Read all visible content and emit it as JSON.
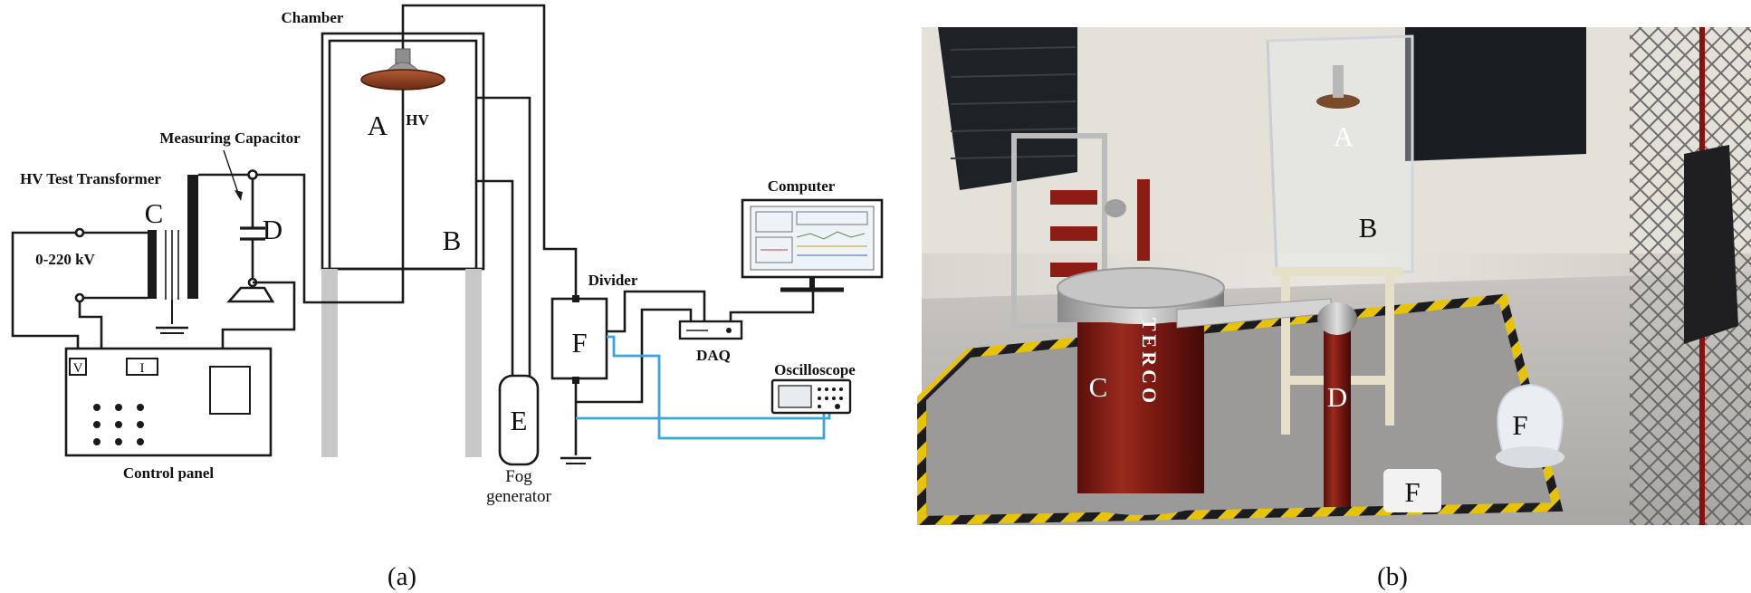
{
  "schematic": {
    "chamber": "Chamber",
    "hv": "HV",
    "measuring_capacitor": "Measuring Capacitor",
    "hv_test_transformer": "HV Test Transformer",
    "voltage": "0-220 kV",
    "control_panel": "Control panel",
    "meter_v": "V",
    "meter_i": "I",
    "divider": "Divider",
    "computer": "Computer",
    "daq": "DAQ",
    "oscilloscope": "Oscilloscope",
    "fog_line1": "Fog",
    "fog_line2": "generator",
    "letter_a": "A",
    "letter_b": "B",
    "letter_c": "C",
    "letter_d": "D",
    "letter_e": "E",
    "letter_f": "F"
  },
  "photo": {
    "letter_a": "A",
    "letter_b": "B",
    "letter_c": "C",
    "letter_d": "D",
    "letter_f1": "F",
    "letter_f2": "F",
    "brand": "TERCO"
  },
  "captions": {
    "left": "(a)",
    "right": "(b)"
  },
  "colors": {
    "wire": "#1a1a1a",
    "signal_wire": "#3aa6dd",
    "insulator_disc": "#8b3a1a",
    "pillar": "#c8c8c8",
    "bushing": "#8c1c14"
  }
}
